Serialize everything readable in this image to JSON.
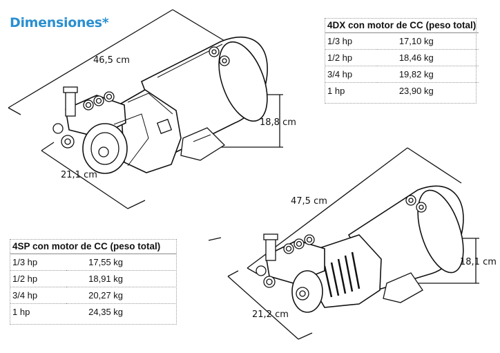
{
  "title": "Dimensiones*",
  "unit_4dx": {
    "dims": {
      "length": "46,5 cm",
      "height": "18,8 cm",
      "width": "21,1 cm"
    },
    "table": {
      "header": "4DX con motor de CC (peso total)",
      "rows": [
        {
          "power": "1/3 hp",
          "weight": "17,10 kg"
        },
        {
          "power": "1/2 hp",
          "weight": "18,46 kg"
        },
        {
          "power": "3/4 hp",
          "weight": "19,82 kg"
        },
        {
          "power": "1 hp",
          "weight": "23,90 kg"
        }
      ]
    }
  },
  "unit_4sp": {
    "dims": {
      "length": "47,5 cm",
      "height": "18,1 cm",
      "width": "21,2 cm"
    },
    "table": {
      "header": "4SP con motor de CC (peso total)",
      "rows": [
        {
          "power": "1/3 hp",
          "weight": "17,55 kg"
        },
        {
          "power": "1/2 hp",
          "weight": "18,91 kg"
        },
        {
          "power": "3/4 hp",
          "weight": "20,27 kg"
        },
        {
          "power": "1 hp",
          "weight": "24,35 kg"
        }
      ]
    }
  }
}
